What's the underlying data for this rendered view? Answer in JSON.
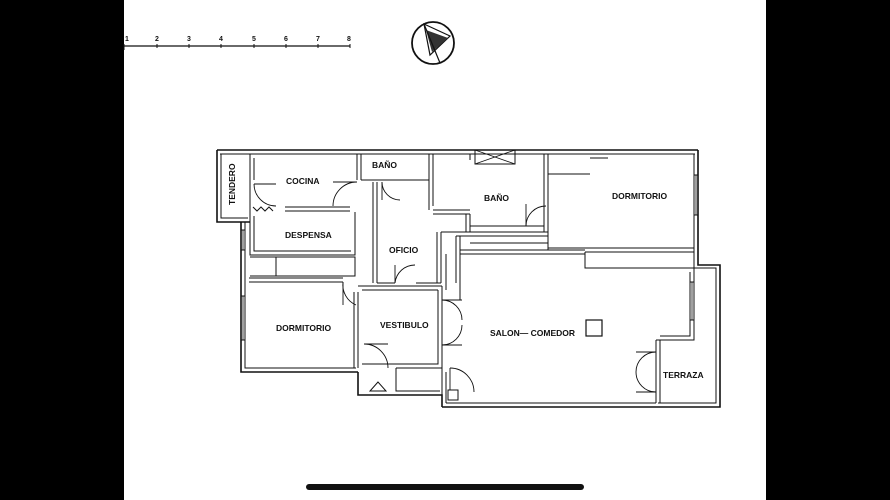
{
  "scale": {
    "ticks": [
      "1",
      "2",
      "3",
      "4",
      "5",
      "6",
      "7",
      "8"
    ]
  },
  "compass": {
    "icon": "north-arrow-icon"
  },
  "rooms": {
    "tendero": "TENDERO",
    "cocina": "COCINA",
    "bano_small": "BAÑO",
    "bano": "BAÑO",
    "dormitorio_right": "DORMITORIO",
    "despensa": "DESPENSA",
    "oficio": "OFICIO",
    "dormitorio_left": "DORMITORIO",
    "vestibulo": "VESTIBULO",
    "salon_comedor": "SALON— COMEDOR",
    "terraza": "TERRAZA"
  },
  "colors": {
    "ink": "#111111",
    "paper": "#ffffff",
    "backdrop": "#000000"
  }
}
